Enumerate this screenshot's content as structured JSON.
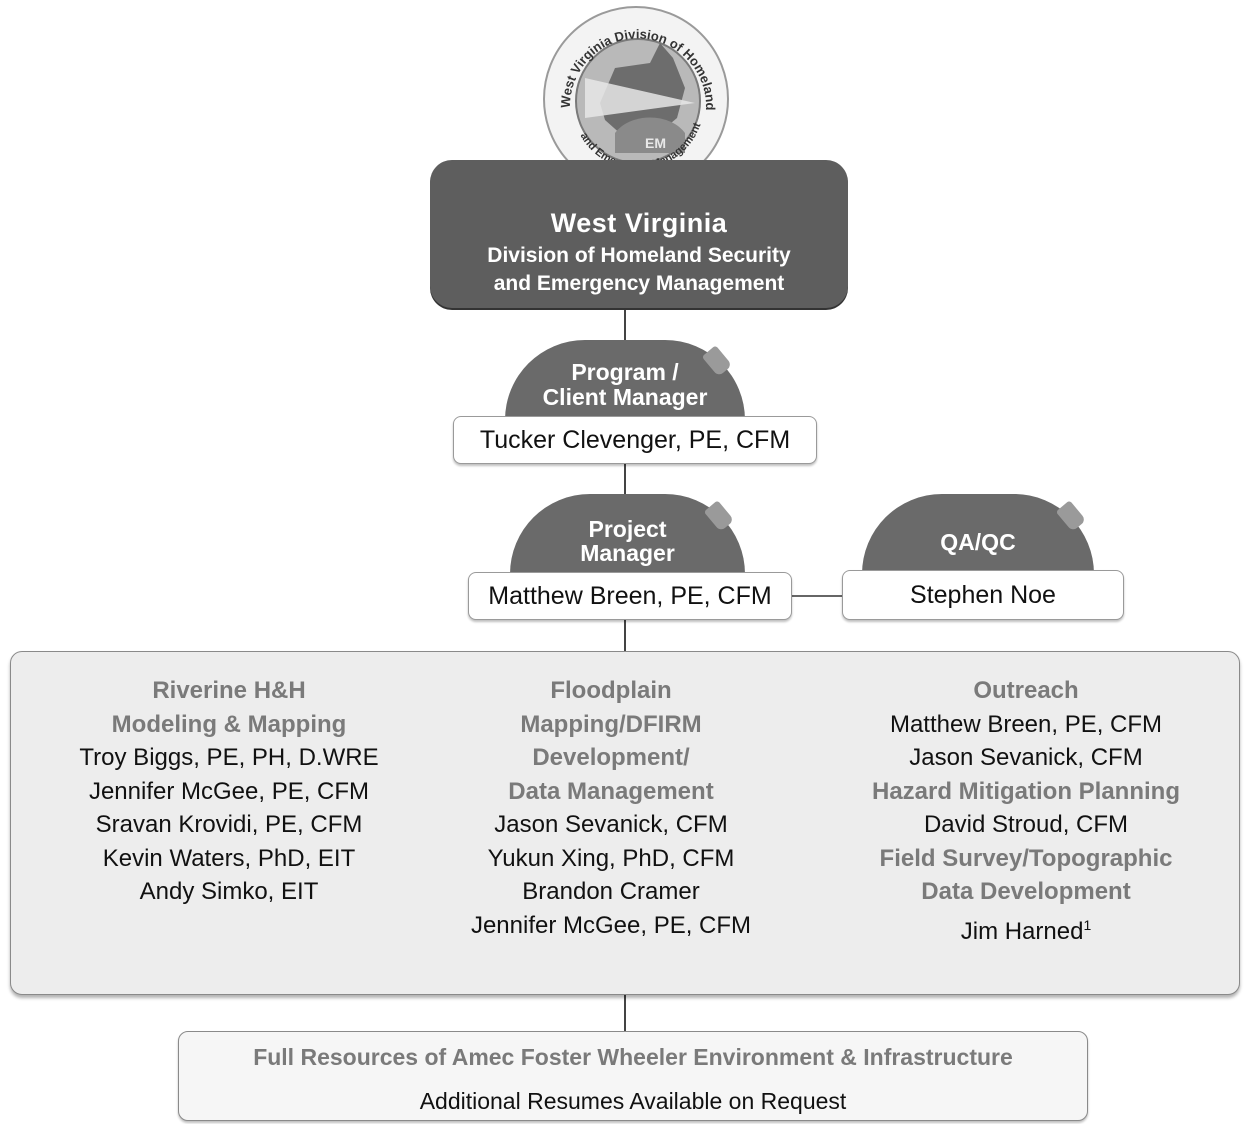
{
  "agency": {
    "seal_text_top": "West Virginia Division of Homeland Security",
    "seal_text_bottom": "and Emergency Management",
    "seal_center": "EM",
    "title": "West Virginia",
    "subtitle_line1": "Division of Homeland Security",
    "subtitle_line2": "and Emergency Management"
  },
  "program_manager": {
    "role_line1": "Program /",
    "role_line2": "Client Manager",
    "name": "Tucker Clevenger, PE, CFM"
  },
  "project_manager": {
    "role_line1": "Project",
    "role_line2": "Manager",
    "name": "Matthew Breen, PE, CFM"
  },
  "qaqc": {
    "role": "QA/QC",
    "name": "Stephen Noe"
  },
  "teams": {
    "riverine": {
      "heading_line1": "Riverine H&H",
      "heading_line2": "Modeling & Mapping",
      "members": [
        "Troy Biggs, PE, PH, D.WRE",
        "Jennifer McGee, PE, CFM",
        "Sravan Krovidi, PE, CFM",
        "Kevin Waters, PhD, EIT",
        "Andy Simko, EIT"
      ]
    },
    "floodplain": {
      "heading_line1": "Floodplain",
      "heading_line2": "Mapping/DFIRM",
      "heading_line3": "Development/",
      "heading_line4": "Data Management",
      "members": [
        "Jason Sevanick, CFM",
        "Yukun Xing, PhD, CFM",
        "Brandon Cramer",
        "Jennifer McGee, PE, CFM"
      ]
    },
    "outreach": {
      "heading": "Outreach",
      "members": [
        "Matthew Breen, PE, CFM",
        "Jason Sevanick, CFM"
      ],
      "hazard_heading": "Hazard Mitigation Planning",
      "hazard_members": [
        "David Stroud, CFM"
      ],
      "survey_heading_line1": "Field Survey/Topographic",
      "survey_heading_line2": "Data Development",
      "survey_member": "Jim Harned",
      "survey_member_note": "1"
    }
  },
  "footer": {
    "title": "Full Resources of Amec Foster Wheeler Environment & Infrastructure",
    "subtitle": "Additional Resumes Available on Request"
  }
}
